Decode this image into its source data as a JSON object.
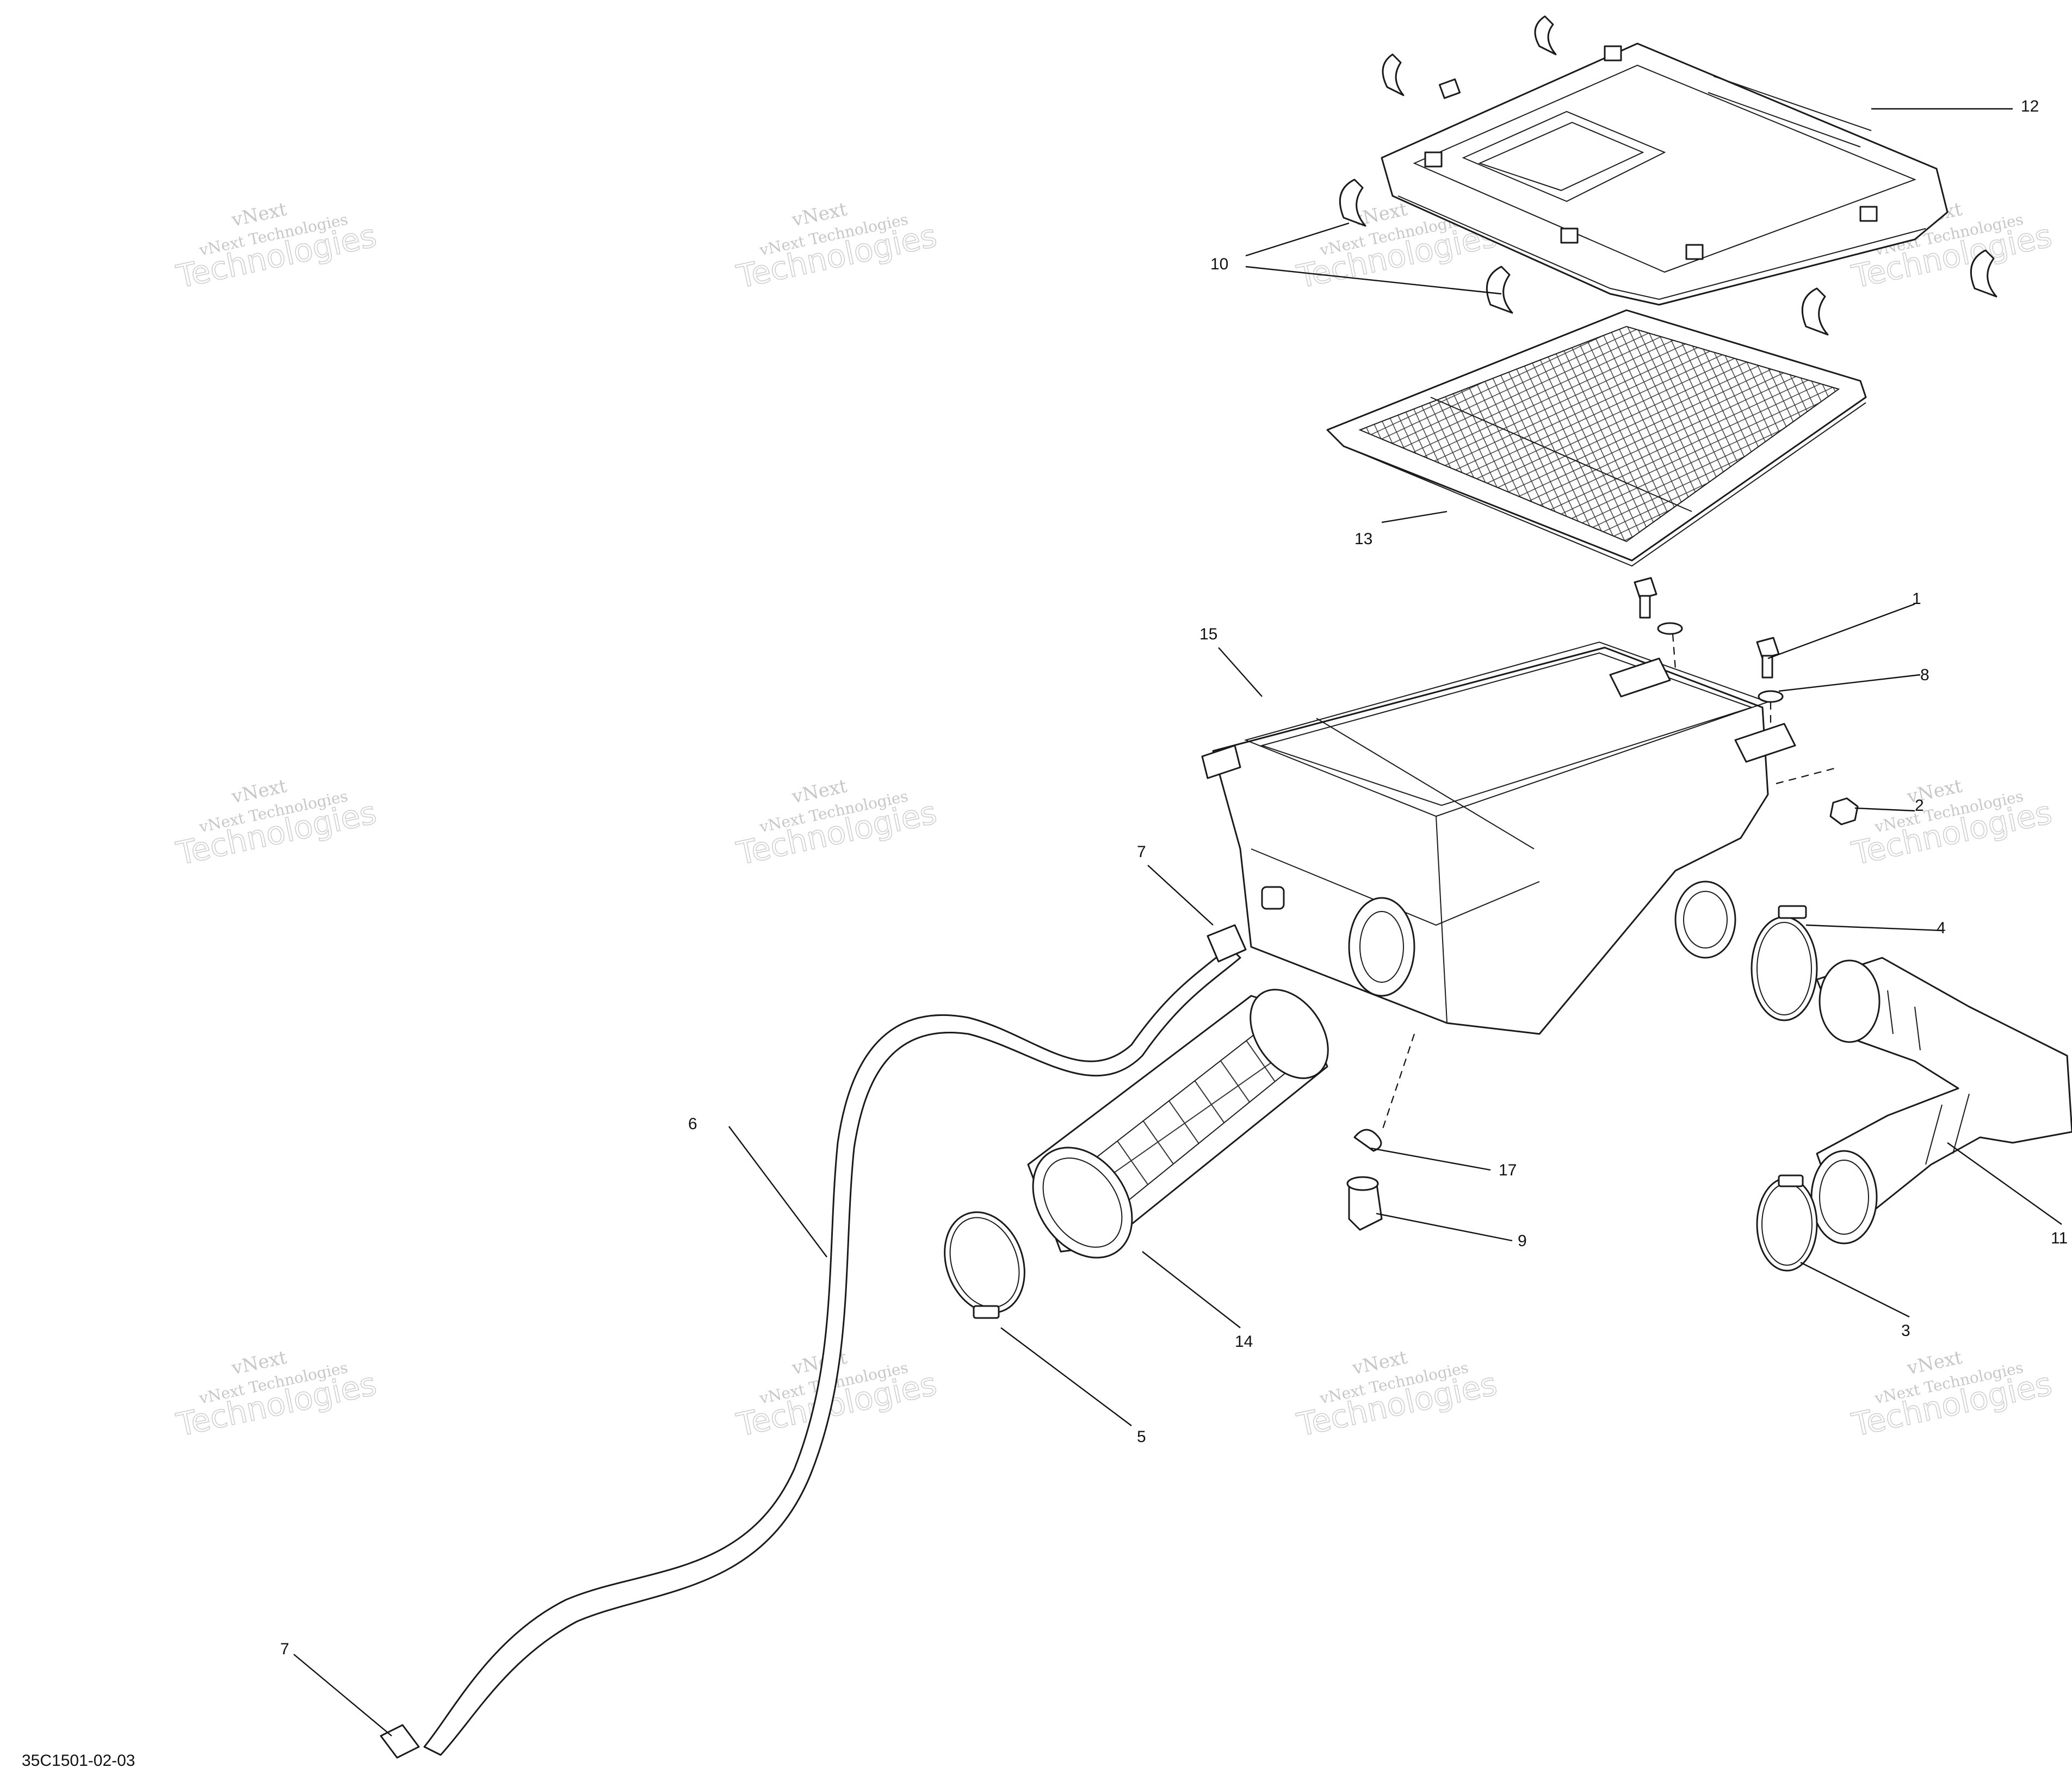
{
  "diagram": {
    "figure_id": "35C1501-02-03",
    "watermark": {
      "line1": "vNext",
      "line2": "vNext Technologies",
      "line3": "Technologies"
    },
    "callouts": {
      "c1": "1",
      "c2": "2",
      "c3": "3",
      "c4": "4",
      "c5": "5",
      "c6": "6",
      "c7a": "7",
      "c7b": "7",
      "c8": "8",
      "c9": "9",
      "c10": "10",
      "c11": "11",
      "c12": "12",
      "c13": "13",
      "c14": "14",
      "c15": "15",
      "c17": "17"
    }
  },
  "colors": {
    "line": "#1a1a1a",
    "watermark": "#9a9a9a",
    "background": "#ffffff"
  }
}
